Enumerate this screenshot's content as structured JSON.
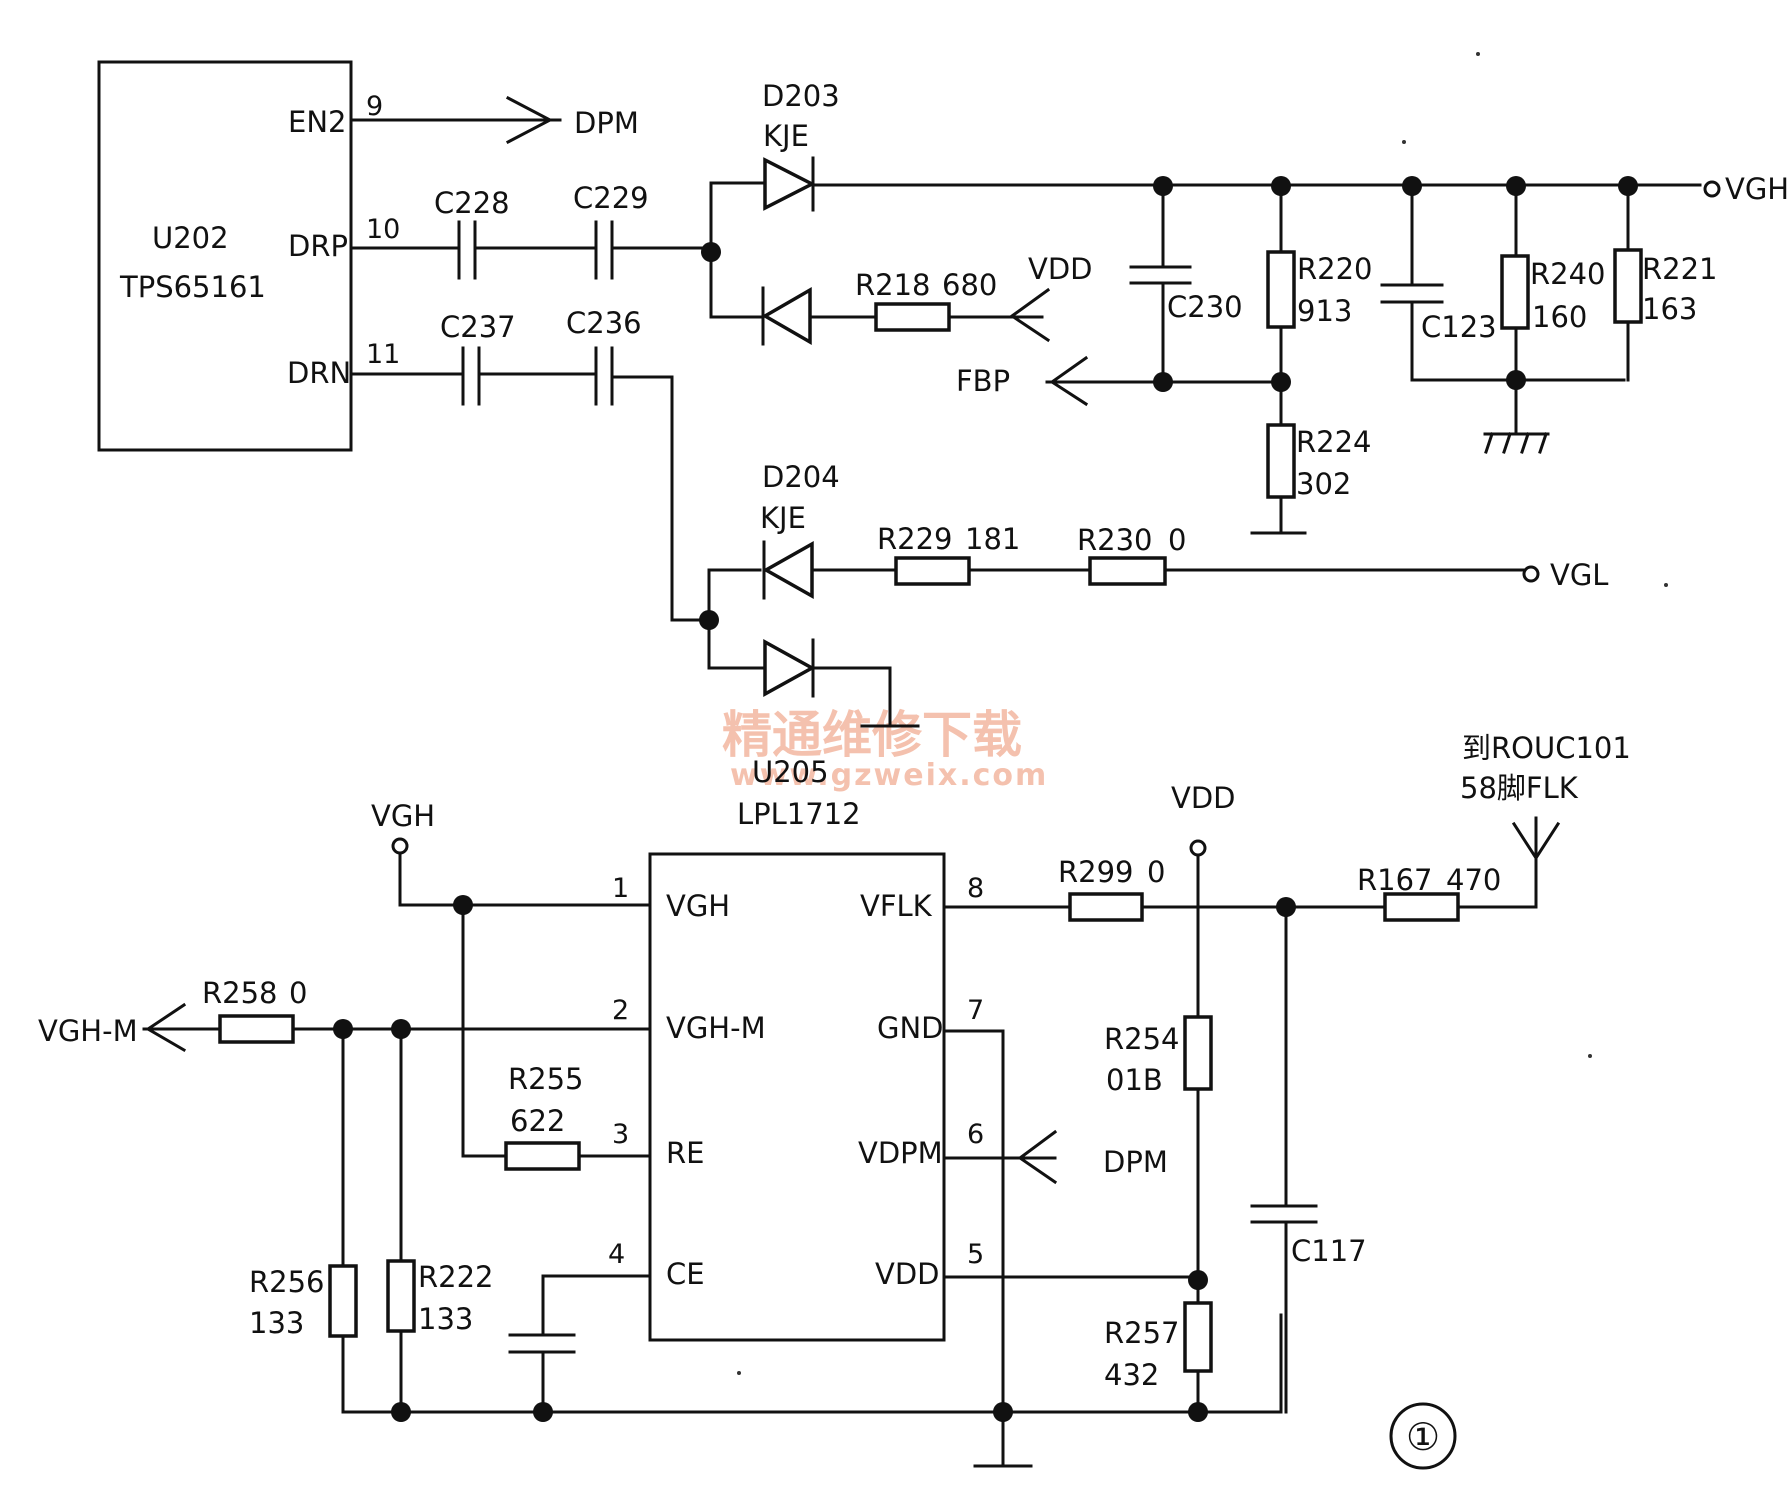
{
  "figure_number": "①",
  "watermark": {
    "title": "精通维修下载",
    "url": "www.gzweix.com"
  },
  "u202": {
    "ref": "U202",
    "part": "TPS65161",
    "pins": {
      "en2_name": "EN2",
      "en2_num": "9",
      "drp_name": "DRP",
      "drp_num": "10",
      "drn_name": "DRN",
      "drn_num": "11"
    }
  },
  "u205": {
    "ref": "U205",
    "part": "LPL1712",
    "pins": {
      "p1_num": "1",
      "p1_name": "VGH",
      "p2_num": "2",
      "p2_name": "VGH-M",
      "p3_num": "3",
      "p3_name": "RE",
      "p4_num": "4",
      "p4_name": "CE",
      "p8_num": "8",
      "p8_name": "VFLK",
      "p7_num": "7",
      "p7_name": "GND",
      "p6_num": "6",
      "p6_name": "VDPM",
      "p5_num": "5",
      "p5_name": "VDD"
    }
  },
  "nets": {
    "dpm_top": "DPM",
    "vgh_out": "VGH",
    "vdd_top": "VDD",
    "fbp": "FBP",
    "vgl": "VGL",
    "vgh_in": "VGH",
    "vdd_mid": "VDD",
    "dpm_mid": "DPM",
    "vgh_m": "VGH-M",
    "flk_dest_1": "到ROUC101",
    "flk_dest_2": "58脚FLK"
  },
  "components": {
    "d203_ref": "D203",
    "d203_val": "KJE",
    "d204_ref": "D204",
    "d204_val": "KJE",
    "c228": "C228",
    "c229": "C229",
    "c237": "C237",
    "c236": "C236",
    "c230": "C230",
    "c123": "C123",
    "c117": "C117",
    "r218_ref": "R218",
    "r218_val": "680",
    "r220_ref": "R220",
    "r220_val": "913",
    "r240_ref": "R240",
    "r240_val": "160",
    "r221_ref": "R221",
    "r221_val": "163",
    "r224_ref": "R224",
    "r224_val": "302",
    "r229_ref": "R229",
    "r229_val": "181",
    "r230_ref": "R230",
    "r230_val": "0",
    "r299_ref": "R299",
    "r299_val": "0",
    "r167_ref": "R167",
    "r167_val": "470",
    "r258_ref": "R258",
    "r258_val": "0",
    "r255_ref": "R255",
    "r255_val": "622",
    "r254_ref": "R254",
    "r254_val": "01B",
    "r256_ref": "R256",
    "r256_val": "133",
    "r222_ref": "R222",
    "r222_val": "133",
    "r257_ref": "R257",
    "r257_val": "432"
  }
}
